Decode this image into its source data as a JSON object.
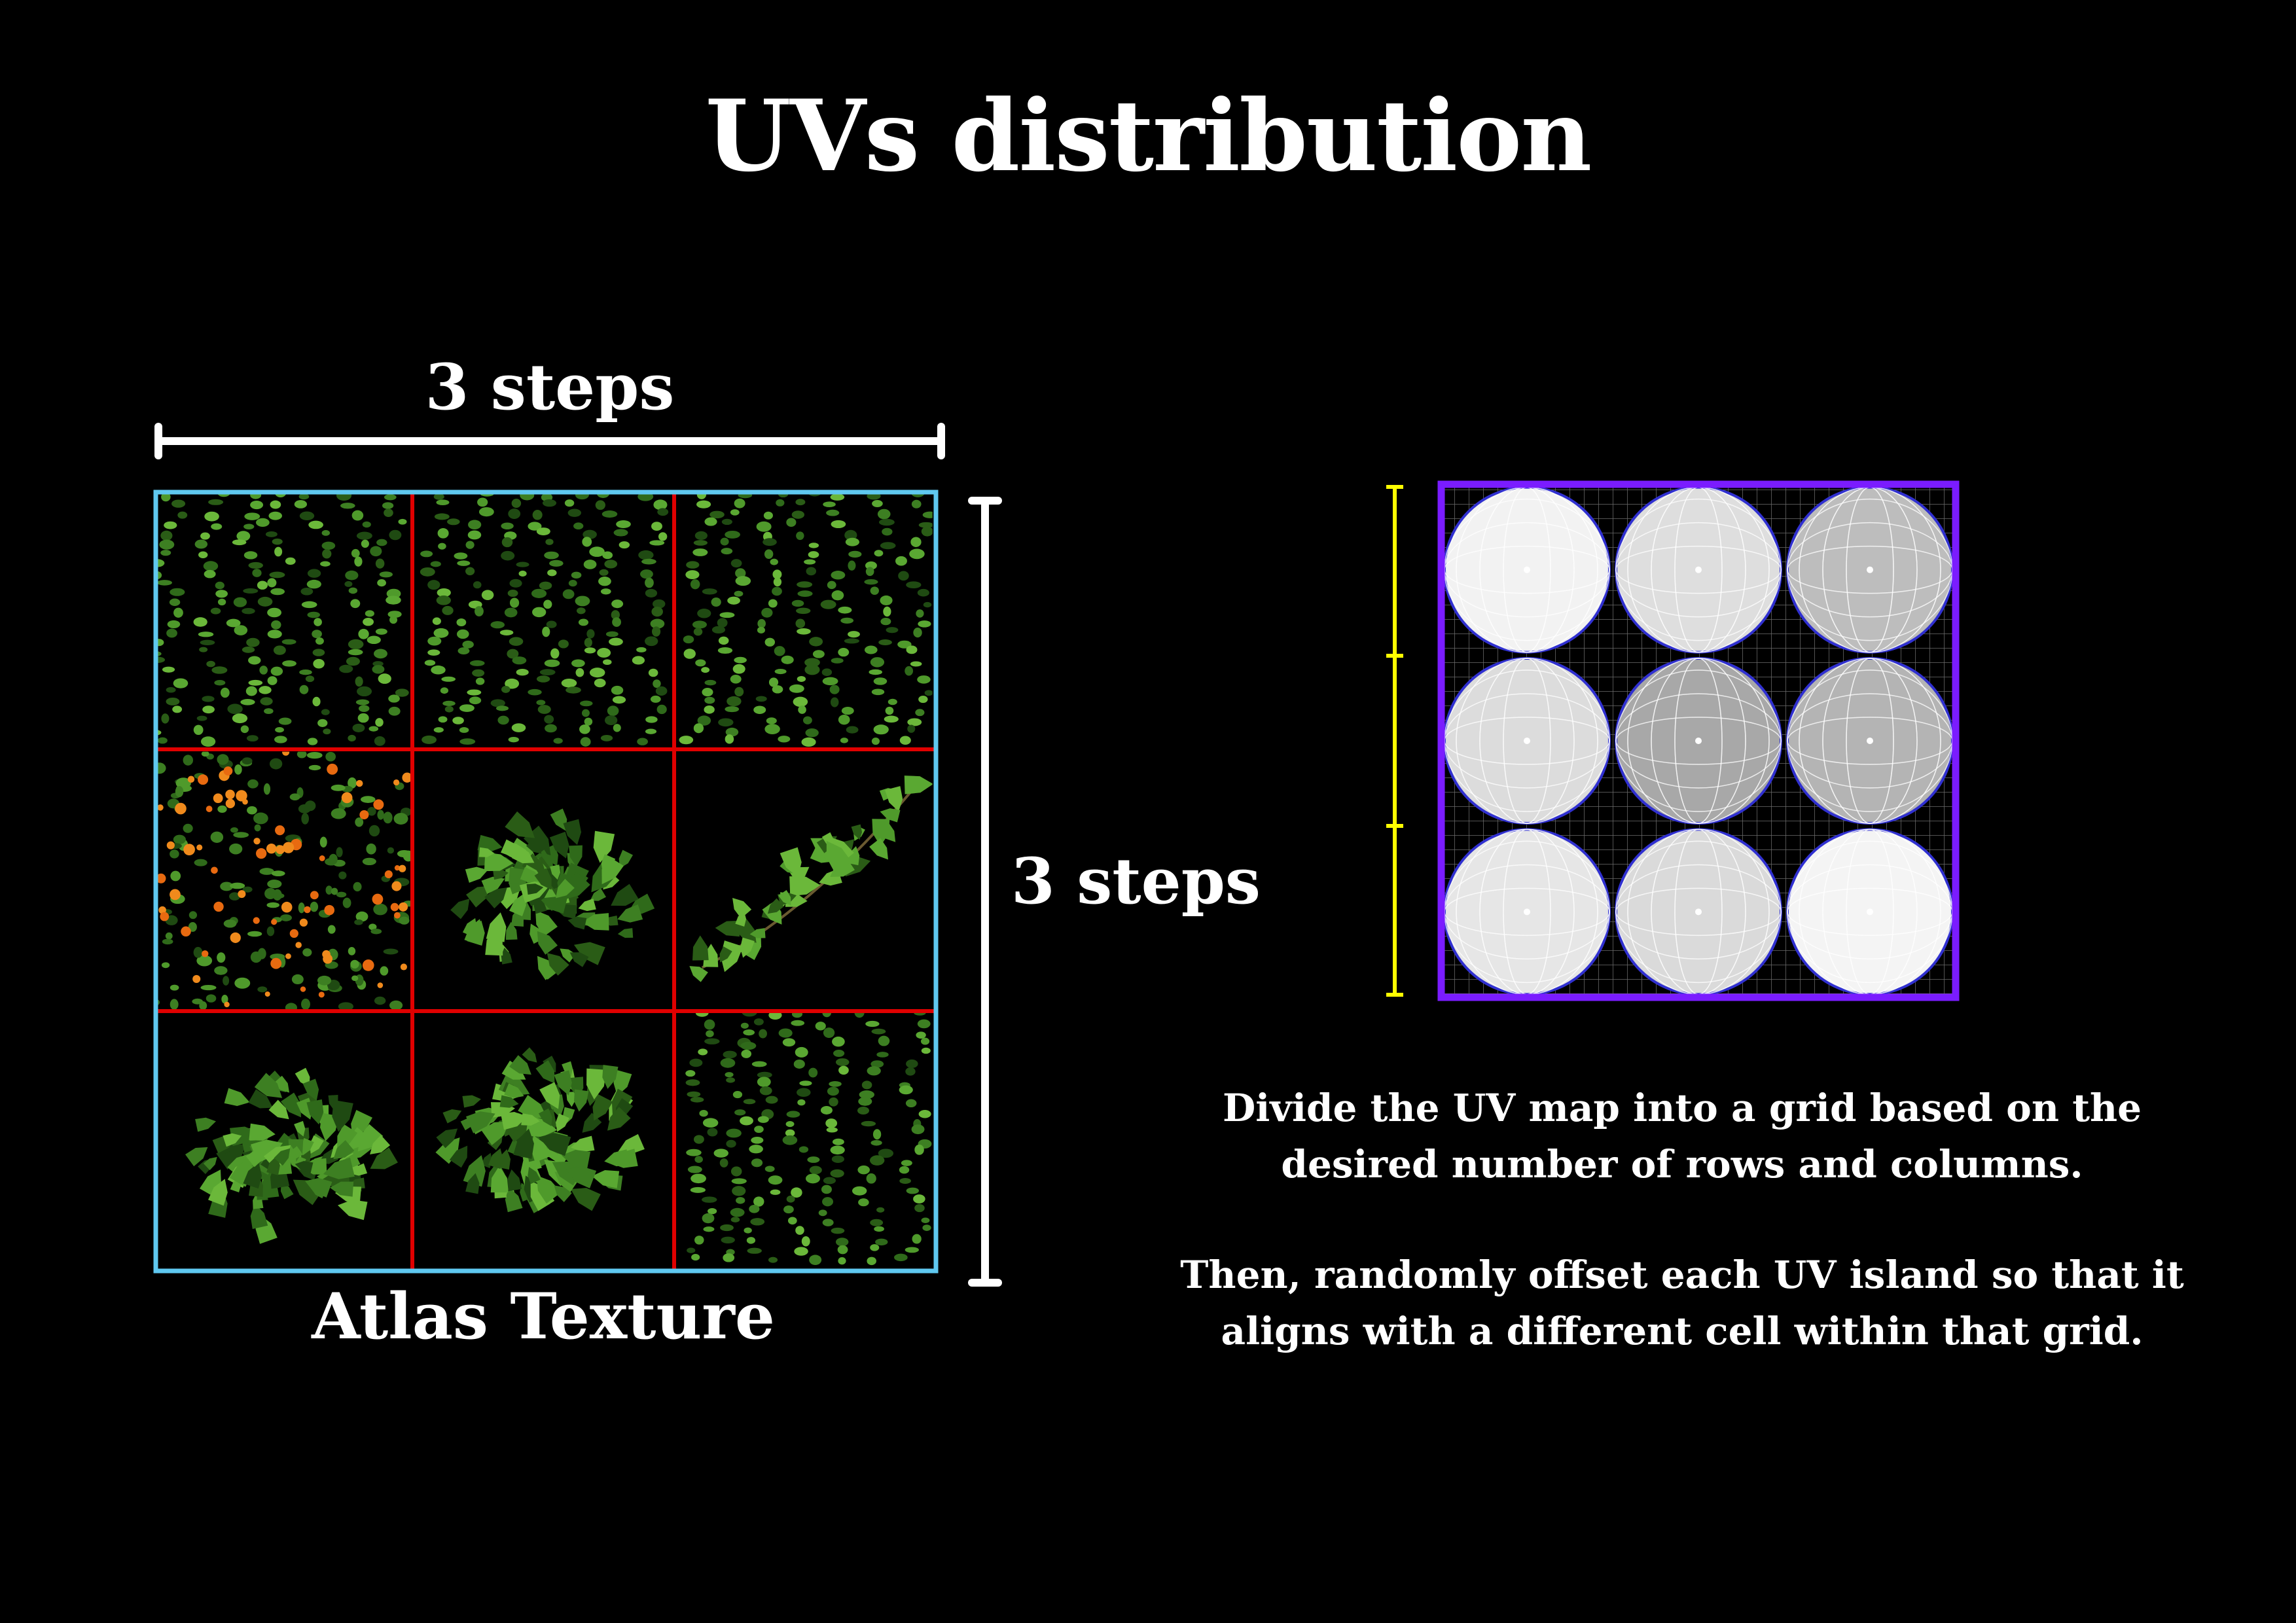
{
  "title": "UVs distribution",
  "atlas": {
    "width_label": "3 steps",
    "height_label": "3 steps",
    "caption": "Atlas Texture",
    "grid_rows": 3,
    "grid_cols": 3,
    "frame_color": "#5fc8f0",
    "divider_color": "#e00000"
  },
  "uv_map": {
    "grid_rows": 3,
    "grid_cols": 3,
    "frame_color": "#7a1cff",
    "ruler_color": "#ffff00",
    "island_outline_color": "#3030d0"
  },
  "description": {
    "paragraph_1": "Divide the UV map into a grid based on the desired number of rows and columns.",
    "paragraph_2": "Then, randomly offset each UV island so that it aligns with a different cell within that grid."
  }
}
